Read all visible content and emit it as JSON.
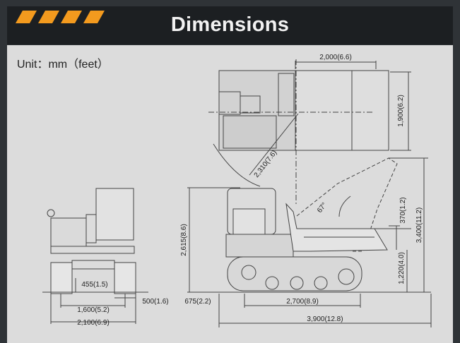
{
  "header": {
    "title": "Dimensions"
  },
  "unit_label": "Unit：mm（feet）",
  "dimensions": {
    "top_width": "2,000(6.6)",
    "top_length": "1,900(6.2)",
    "turning_radius": "2,310(7.6)",
    "dump_angle": "67°",
    "overall_height_raised": "3,400(11.2)",
    "bed_drop": "370(1.2)",
    "bed_height": "1,220(4.0)",
    "overall_height": "2,615(8.6)",
    "track_base": "2,700(8.9)",
    "overall_length": "3,900(12.8)",
    "rear_overhang": "675(2.2)",
    "ground_clearance": "455(1.5)",
    "track_width": "500(1.6)",
    "track_gauge": "1,600(5.2)",
    "overall_width": "2,100(6.9)"
  },
  "colors": {
    "accent_stripes": "#f39a1e",
    "header_bg": "#1c1f22",
    "panel_bg": "#dcdcdc"
  }
}
